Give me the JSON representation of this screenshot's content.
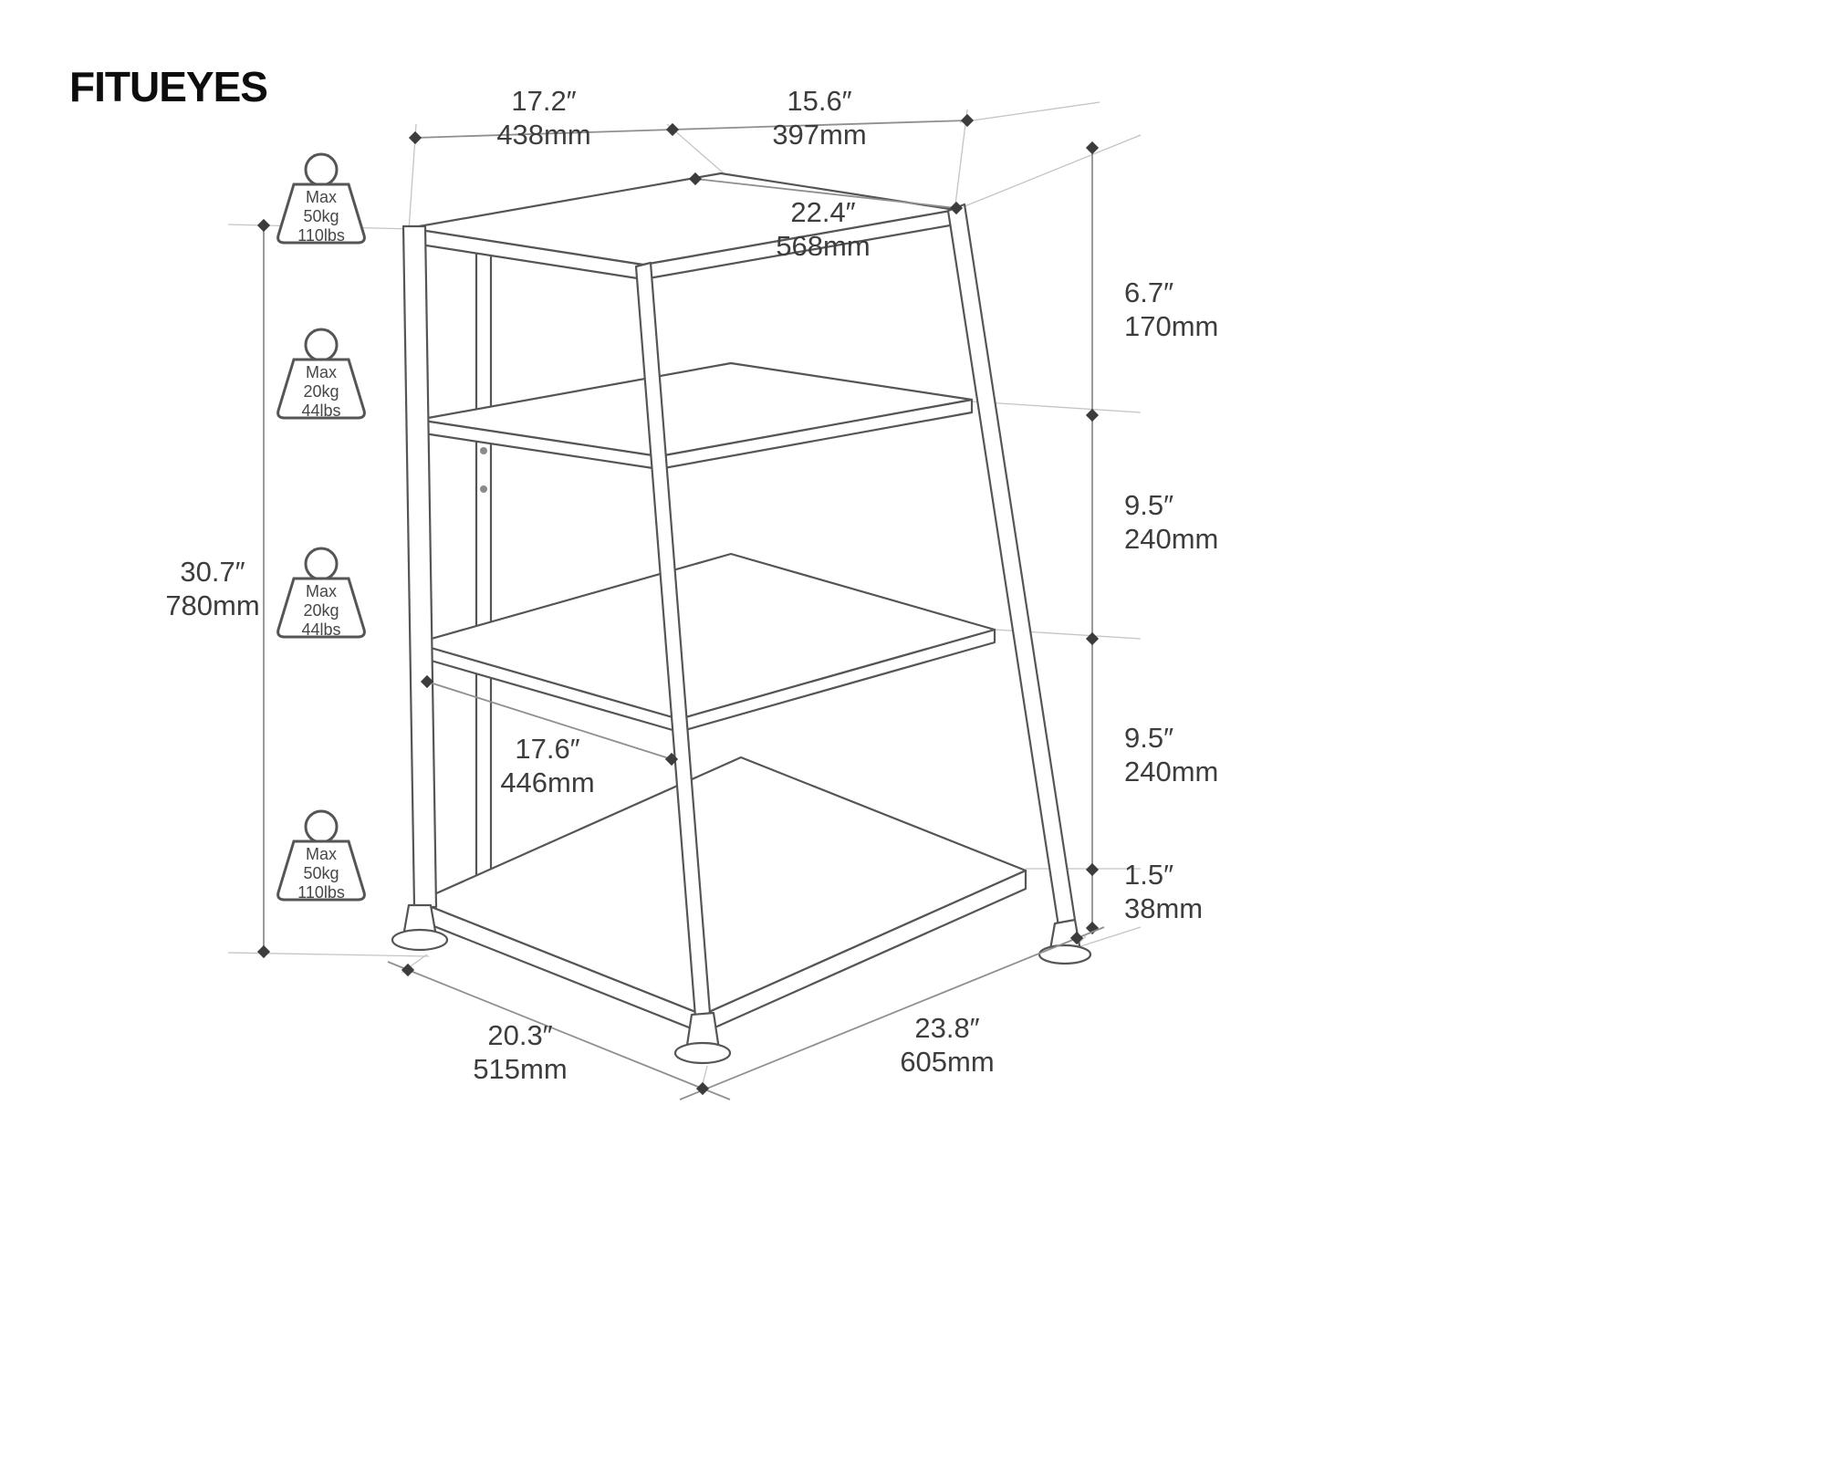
{
  "brand": {
    "fitu": "FITU",
    "eyes": "EYES"
  },
  "colors": {
    "line": "#555555",
    "dim_line": "#8f8f8f",
    "text": "#3d3d3d"
  },
  "dims": {
    "top_left": {
      "in": "17.2″",
      "mm": "438mm"
    },
    "top_right": {
      "in": "15.6″",
      "mm": "397mm"
    },
    "top_shelf": {
      "in": "22.4″",
      "mm": "568mm"
    },
    "right_1": {
      "in": "6.7″",
      "mm": "170mm"
    },
    "right_2": {
      "in": "9.5″",
      "mm": "240mm"
    },
    "right_3": {
      "in": "9.5″",
      "mm": "240mm"
    },
    "right_4": {
      "in": "1.5″",
      "mm": "38mm"
    },
    "left_height": {
      "in": "30.7″",
      "mm": "780mm"
    },
    "shelf_depth": {
      "in": "17.6″",
      "mm": "446mm"
    },
    "bottom_left": {
      "in": "20.3″",
      "mm": "515mm"
    },
    "bottom_right": {
      "in": "23.8″",
      "mm": "605mm"
    }
  },
  "weights": [
    {
      "line1": "Max",
      "line2": "50kg",
      "line3": "110lbs"
    },
    {
      "line1": "Max",
      "line2": "20kg",
      "line3": "44lbs"
    },
    {
      "line1": "Max",
      "line2": "20kg",
      "line3": "44lbs"
    },
    {
      "line1": "Max",
      "line2": "50kg",
      "line3": "110lbs"
    }
  ]
}
